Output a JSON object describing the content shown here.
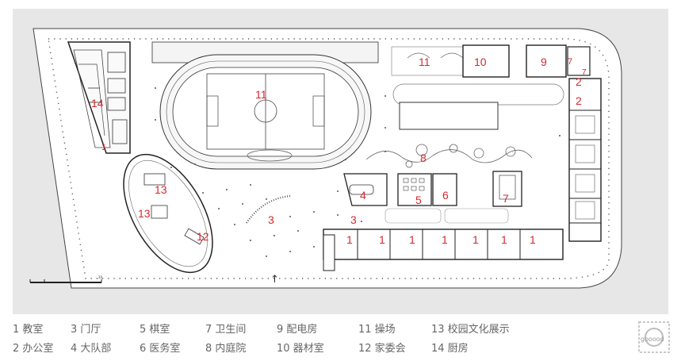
{
  "plan": {
    "entrance_arrow": "↑",
    "scale_label": "20",
    "rooms": [
      {
        "id": "r-pitch",
        "text": "11"
      },
      {
        "id": "r-eq11",
        "text": "11"
      },
      {
        "id": "r-10",
        "text": "10"
      },
      {
        "id": "r-9",
        "text": "9"
      },
      {
        "id": "r-7a",
        "text": "7"
      },
      {
        "id": "r-7b",
        "text": "7"
      },
      {
        "id": "r-2a",
        "text": "2"
      },
      {
        "id": "r-2b",
        "text": "2"
      },
      {
        "id": "r-14",
        "text": "14"
      },
      {
        "id": "r-1k",
        "text": "1"
      },
      {
        "id": "r-8",
        "text": "8"
      },
      {
        "id": "r-13a",
        "text": "13"
      },
      {
        "id": "r-13b",
        "text": "13"
      },
      {
        "id": "r-12",
        "text": "12"
      },
      {
        "id": "r-4",
        "text": "4"
      },
      {
        "id": "r-5",
        "text": "5"
      },
      {
        "id": "r-6",
        "text": "6"
      },
      {
        "id": "r-7c",
        "text": "7"
      },
      {
        "id": "r-3a",
        "text": "3"
      },
      {
        "id": "r-3b",
        "text": "3"
      },
      {
        "id": "r-c1",
        "text": "1"
      },
      {
        "id": "r-c2",
        "text": "1"
      },
      {
        "id": "r-c3",
        "text": "1"
      },
      {
        "id": "r-c4",
        "text": "1"
      },
      {
        "id": "r-c5",
        "text": "1"
      },
      {
        "id": "r-c6",
        "text": "1"
      },
      {
        "id": "r-c7",
        "text": "1"
      }
    ]
  },
  "legend": [
    [
      "1 教室",
      "2 办公室"
    ],
    [
      "3 门厅",
      "4 大队部"
    ],
    [
      "5 棋室",
      "6 医务室"
    ],
    [
      "7 卫生间",
      "8 内庭院"
    ],
    [
      "9 配电房",
      "10 器材室"
    ],
    [
      "11 操场",
      "12 家委会"
    ],
    [
      "13 校园文化展示",
      "14 厨房"
    ]
  ],
  "watermark": "gooood"
}
